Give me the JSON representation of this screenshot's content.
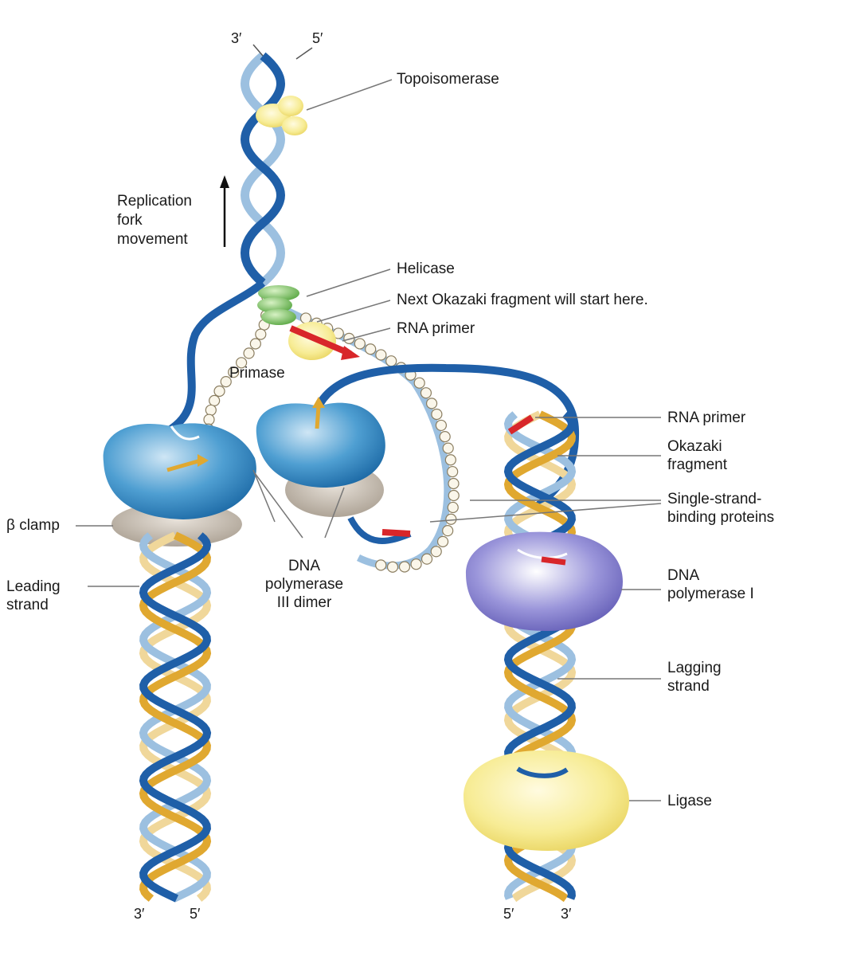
{
  "labels": {
    "topoisomerase": "Topoisomerase",
    "replication_fork_1": "Replication",
    "replication_fork_2": "fork",
    "replication_fork_3": "movement",
    "helicase": "Helicase",
    "next_okazaki": "Next Okazaki fragment will start here.",
    "rna_primer_top": "RNA primer",
    "primase": "Primase",
    "rna_primer_right": "RNA primer",
    "okazaki_1": "Okazaki",
    "okazaki_2": "fragment",
    "ssb_1": "Single-strand-",
    "ssb_2": "binding proteins",
    "beta_clamp": "β clamp",
    "dna_pol3_1": "DNA",
    "dna_pol3_2": "polymerase",
    "dna_pol3_3": "III dimer",
    "leading_1": "Leading",
    "leading_2": "strand",
    "dna_pol1_1": "DNA",
    "dna_pol1_2": "polymerase I",
    "lagging_1": "Lagging",
    "lagging_2": "strand",
    "ligase": "Ligase"
  },
  "ends": {
    "top_left": "3′",
    "top_right": "5′",
    "bottom_left_1": "3′",
    "bottom_left_2": "5′",
    "bottom_right_1": "5′",
    "bottom_right_2": "3′"
  },
  "colors": {
    "strand_dark": "#1f5fa8",
    "strand_light": "#9cc0e0",
    "strand_gold": "#e0a830",
    "strand_gold_light": "#f0d79a",
    "polymerase_blue": "#3a8fc8",
    "polymerase_purple": "#7a74c8",
    "ligase_yellow": "#f4e480",
    "clamp_gray": "#b8aea2",
    "helicase_green": "#7cc060",
    "primer_red": "#d8262a"
  }
}
